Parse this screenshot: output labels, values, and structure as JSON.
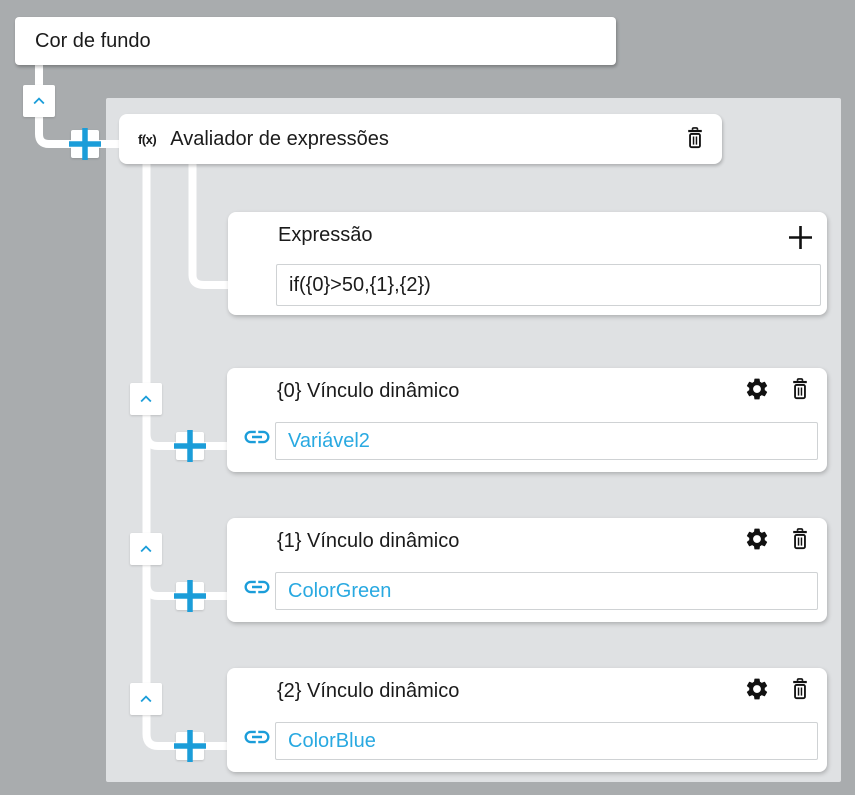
{
  "root_field": {
    "label": "Cor de fundo"
  },
  "evaluator": {
    "fx_icon": "f(x)",
    "title": "Avaliador de expressões",
    "expression_section": {
      "title": "Expressão",
      "value": "if({0}>50,{1},{2})"
    },
    "bindings": [
      {
        "title": "{0} Vínculo dinâmico",
        "value": "Variável2"
      },
      {
        "title": "{1} Vínculo dinâmico",
        "value": "ColorGreen"
      },
      {
        "title": "{2} Vínculo dinâmico",
        "value": "ColorBlue"
      }
    ]
  },
  "colors": {
    "accent_blue": "#1b9dd9",
    "link_text_blue": "#29a9e1",
    "panel_gray": "#dfe1e3",
    "outer_gray": "#a9acae"
  }
}
